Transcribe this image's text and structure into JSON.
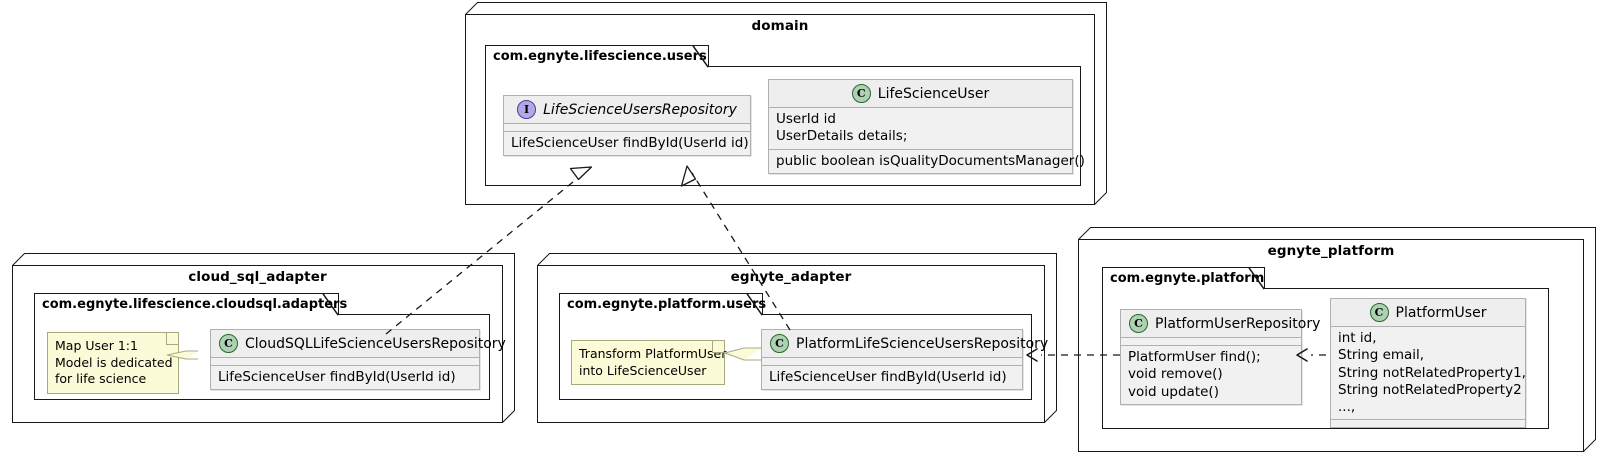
{
  "diagram": {
    "title": "UML component / class diagram",
    "colors": {
      "background": "#ffffff",
      "line": "#181818",
      "class_fill": "#f1f1f1",
      "class_header_fill": "#eeeeee",
      "class_border": "#b0b0b0",
      "class_badge_fill": "#add1b2",
      "class_badge_border": "#296629",
      "interface_badge_fill": "#b4a7e5",
      "interface_badge_border": "#4b3d8f",
      "note_fill": "#fbfbd8",
      "note_border": "#a9a980"
    }
  },
  "nodes": {
    "domain": {
      "title": "domain",
      "package": {
        "label": "com.egnyte.lifescience.users"
      },
      "interface_repo": {
        "badge": "I",
        "badge_kind": "interface-badge",
        "name": "LifeScienceUsersRepository",
        "attributes": [],
        "methods": [
          "LifeScienceUser findById(UserId id)"
        ]
      },
      "class_user": {
        "badge": "C",
        "badge_kind": "class-badge",
        "name": "LifeScienceUser",
        "attributes": [
          "UserId id",
          "UserDetails details;"
        ],
        "methods": [
          "public boolean isQualityDocumentsManager()"
        ]
      }
    },
    "cloud_sql_adapter": {
      "title": "cloud_sql_adapter",
      "package": {
        "label": "com.egnyte.lifescience.cloudsql.adapters"
      },
      "note": {
        "lines": [
          "Map User 1:1",
          "Model is dedicated",
          "for life science"
        ]
      },
      "class_repo": {
        "badge": "C",
        "badge_kind": "class-badge",
        "name": "CloudSQLLifeScienceUsersRepository",
        "attributes": [],
        "methods": [
          "LifeScienceUser findById(UserId id)"
        ]
      }
    },
    "egnyte_adapter": {
      "title": "egnyte_adapter",
      "package": {
        "label": "com.egnyte.platform.users"
      },
      "note": {
        "lines": [
          "Transform PlatformUser",
          "into LifeScienceUser"
        ]
      },
      "class_repo": {
        "badge": "C",
        "badge_kind": "class-badge",
        "name": "PlatformLifeScienceUsersRepository",
        "attributes": [],
        "methods": [
          "LifeScienceUser findById(UserId id)"
        ]
      }
    },
    "egnyte_platform": {
      "title": "egnyte_platform",
      "package": {
        "label": "com.egnyte.platform"
      },
      "class_repo": {
        "badge": "C",
        "badge_kind": "class-badge",
        "name": "PlatformUserRepository",
        "attributes": [],
        "methods": [
          "PlatformUser find();",
          "void remove()",
          "void update()"
        ]
      },
      "class_user": {
        "badge": "C",
        "badge_kind": "class-badge",
        "name": "PlatformUser",
        "attributes": [
          "int id,",
          "String email,",
          "String notRelatedProperty1,",
          "String notRelatedProperty2",
          "...,"
        ],
        "methods": []
      }
    }
  },
  "connectors": [
    {
      "name": "realization-cloudsql-to-repository",
      "kind": "realization",
      "from": "CloudSQLLifeScienceUsersRepository",
      "to": "LifeScienceUsersRepository",
      "style": "dashed",
      "arrow": "hollow-triangle"
    },
    {
      "name": "realization-platform-to-repository",
      "kind": "realization",
      "from": "PlatformLifeScienceUsersRepository",
      "to": "LifeScienceUsersRepository",
      "style": "dashed",
      "arrow": "hollow-triangle"
    },
    {
      "name": "dependency-platformuser-to-platformrepo",
      "kind": "dependency",
      "from": "PlatformUser",
      "to": "PlatformUserRepository",
      "style": "dashed",
      "arrow": "open"
    },
    {
      "name": "dependency-platformrepo-to-platformadapter",
      "kind": "dependency",
      "from": "PlatformUserRepository",
      "to": "PlatformLifeScienceUsersRepository",
      "style": "dashed",
      "arrow": "open"
    }
  ]
}
